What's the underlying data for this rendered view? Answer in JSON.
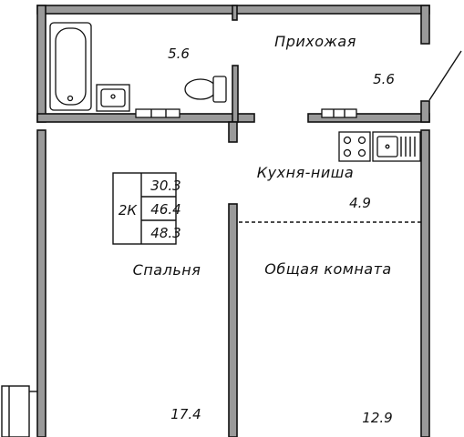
{
  "rooms": {
    "bathroom": {
      "area": "5.6"
    },
    "hallway": {
      "name": "Прихожая",
      "area": "5.6"
    },
    "kitchen": {
      "name": "Кухня-ниша",
      "area": "4.9"
    },
    "bedroom": {
      "name": "Спальня",
      "area": "17.4"
    },
    "living": {
      "name": "Общая комната",
      "area": "12.9"
    }
  },
  "summary": {
    "type": "2К",
    "living_area": "30.3",
    "total_area": "46.4",
    "total_with_balcony": "48.3"
  }
}
